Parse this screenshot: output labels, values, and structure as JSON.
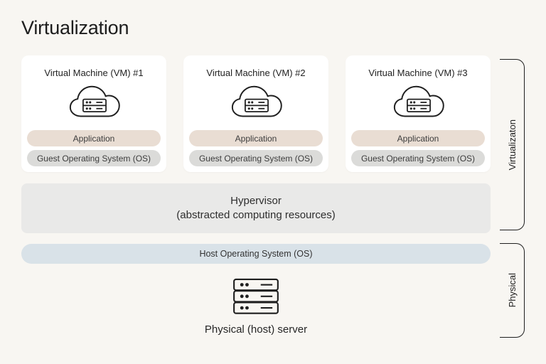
{
  "title": "Virtualization",
  "vms": [
    {
      "title": "Virtual Machine (VM) #1",
      "application": "Application",
      "guest_os": "Guest Operating System (OS)"
    },
    {
      "title": "Virtual Machine (VM) #2",
      "application": "Application",
      "guest_os": "Guest Operating System (OS)"
    },
    {
      "title": "Virtual Machine (VM) #3",
      "application": "Application",
      "guest_os": "Guest Operating System (OS)"
    }
  ],
  "hypervisor": {
    "line1": "Hypervisor",
    "line2": "(abstracted computing resources)"
  },
  "host_os": {
    "label": "Host Operating System (OS)"
  },
  "physical": {
    "label": "Physical (host) server"
  },
  "brackets": {
    "virtualization": {
      "label": "Virtualizaton"
    },
    "physical": {
      "label": "Physical"
    }
  },
  "icons": {
    "vm": "cloud-server-icon",
    "physical": "server-stack-icon"
  },
  "colors": {
    "background": "#f8f6f2",
    "card": "#ffffff",
    "application_pill": "#e9ddd3",
    "guest_os_pill": "#dbdbd9",
    "hypervisor_bar": "#e9e9e8",
    "host_os_bar": "#d9e2e8",
    "line": "#1f1f1f",
    "text": "#222222"
  }
}
